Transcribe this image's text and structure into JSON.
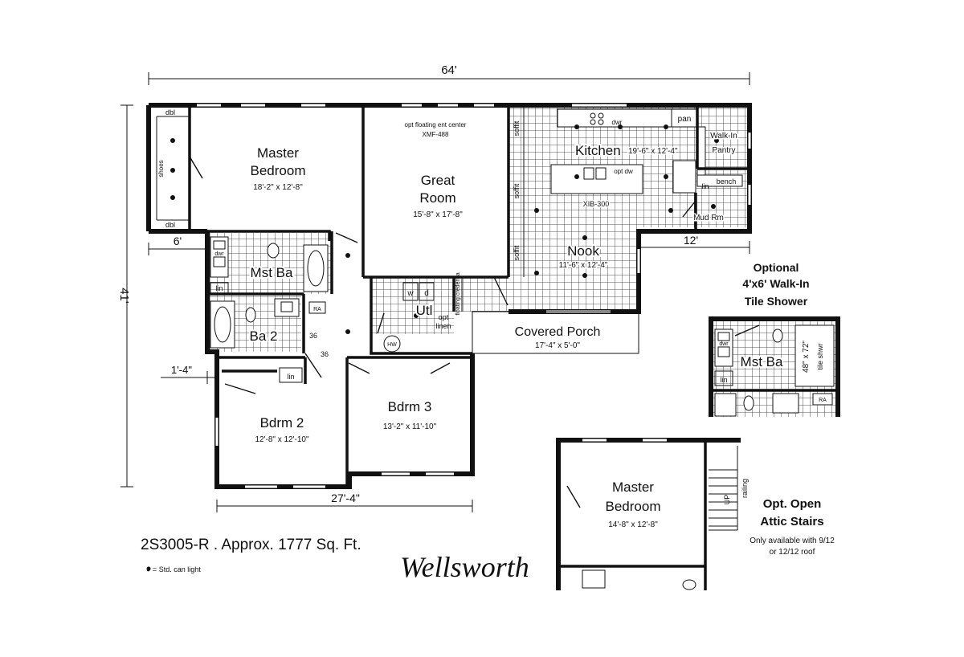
{
  "plan": {
    "model_line": "2S3005-R .  Approx. 1777 Sq. Ft.",
    "name": "Wellsworth",
    "legend": "● = Std. can light"
  },
  "dimensions": {
    "width_total": "64'",
    "depth_total": "41'",
    "left_offset": "6'",
    "right_offset": "12'",
    "bedroom_wing_offset": "1'-4\"",
    "bottom_width": "27'-4\""
  },
  "rooms": {
    "master_bedroom": {
      "name_1": "Master",
      "name_2": "Bedroom",
      "size": "18'-2\" x 12'-8\""
    },
    "great_room": {
      "name_1": "Great",
      "name_2": "Room",
      "size": "15'-8\" x 17'-8\""
    },
    "kitchen": {
      "name": "Kitchen",
      "size": "19'-6\" x 12'-4\""
    },
    "nook": {
      "name": "Nook",
      "size": "11'-6\" x 12'-4\""
    },
    "mst_ba": {
      "name": "Mst Ba"
    },
    "ba2": {
      "name": "Ba 2"
    },
    "utl": {
      "name": "Utl"
    },
    "covered_porch": {
      "name": "Covered Porch",
      "size": "17'-4\" x 5'-0\""
    },
    "bdrm2": {
      "name": "Bdrm 2",
      "size": "12'-8\" x 12'-10\""
    },
    "bdrm3": {
      "name": "Bdrm 3",
      "size": "13'-2\" x 11'-10\""
    },
    "walk_in_pantry": {
      "name_1": "Walk-In",
      "name_2": "Pantry"
    },
    "mud_rm": {
      "name": "Mud Rm"
    }
  },
  "labels": {
    "dbl_top": "dbl",
    "dbl_bottom": "dbl",
    "shoes": "shoes",
    "ent_center": "opt floating ent center",
    "ent_model": "XMF-488",
    "soffit": "soffit",
    "dwr": "dwr",
    "pan": "pan",
    "opt_dw": "opt dw",
    "island_model": "XIB-300",
    "lin": "lin",
    "bench": "bench",
    "washer": "w",
    "dryer": "d",
    "opt_linen_1": "opt",
    "opt_linen_2": "linen",
    "hw": "HW",
    "floating_credenza": "floating credenza",
    "clearance_36": "36",
    "ra": "RA",
    "railing": "railing",
    "up": "UP"
  },
  "optional_shower": {
    "title_1": "Optional",
    "title_2": "4'x6' Walk-In",
    "title_3": "Tile Shower",
    "room": "Mst Ba",
    "shower_size": "48\" x 72\"",
    "shower_label": "tile shwr"
  },
  "optional_attic": {
    "title_1": "Opt. Open",
    "title_2": "Attic Stairs",
    "note_1": "Only available with 9/12",
    "note_2": "or 12/12 roof",
    "room_1": "Master",
    "room_2": "Bedroom",
    "size": "14'-8\" x 12'-8\""
  },
  "colors": {
    "ink": "#111111",
    "paper": "#ffffff"
  }
}
